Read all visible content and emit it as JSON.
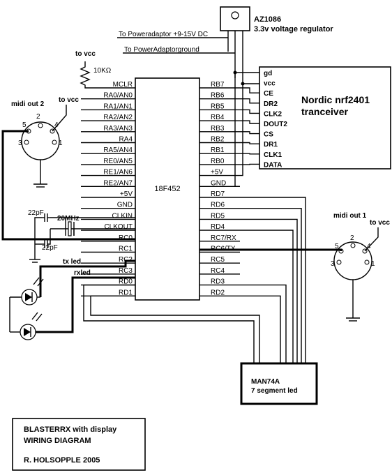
{
  "regulator": {
    "part": "AZ1086",
    "description": "3.3v voltage regulator",
    "input_label": "To Poweradaptor +9-15V DC",
    "ground_label": "To PowerAdaptorground"
  },
  "resistor": {
    "supply": "to vcc",
    "value": "10KΩ"
  },
  "midi_out_2": {
    "title": "midi out 2",
    "supply": "to vcc",
    "pins": [
      "5",
      "2",
      "4",
      "3",
      "1"
    ]
  },
  "midi_out_1": {
    "title": "midi out 1",
    "supply": "to vcc",
    "pins": [
      "5",
      "2",
      "4",
      "3",
      "1"
    ]
  },
  "mcu": {
    "name": "18F452",
    "left_pins": [
      "MCLR",
      "RA0/AN0",
      "RA1/AN1",
      "RA2/AN2",
      "RA3/AN3",
      "RA4",
      "RA5/AN4",
      "RE0/AN5",
      "RE1/AN6",
      "RE2/AN7",
      "+5V",
      "GND",
      "CLKIN",
      "CLKOUT",
      "RC0",
      "RC1",
      "RC2",
      "RC3",
      "RD0",
      "RD1"
    ],
    "right_pins": [
      "RB7",
      "RB6",
      "RB5",
      "RB4",
      "RB3",
      "RB2",
      "RB1",
      "RB0",
      "+5V",
      "GND",
      "RD7",
      "RD6",
      "RD5",
      "RD4",
      "RC7/RX",
      "RC6/TX",
      "RC5",
      "RC4",
      "RD3",
      "RD2"
    ]
  },
  "crystal": {
    "cap1": "22pF",
    "cap2": "22pF",
    "freq": "20MHz"
  },
  "leds": {
    "tx": "tx led",
    "rx": "rxled"
  },
  "nordic": {
    "title_line1": "Nordic nrf2401",
    "title_line2": "tranceiver",
    "pins": [
      "gd",
      "vcc",
      "CE",
      "DR2",
      "CLK2",
      "DOUT2",
      "CS",
      "DR1",
      "CLK1",
      "DATA"
    ]
  },
  "display": {
    "part": "MAN74A",
    "description": "7 segment led"
  },
  "title_block": {
    "line1": "BLASTERRX with display",
    "line2": "WIRING DIAGRAM",
    "author": "R. HOLSOPPLE 2005"
  }
}
